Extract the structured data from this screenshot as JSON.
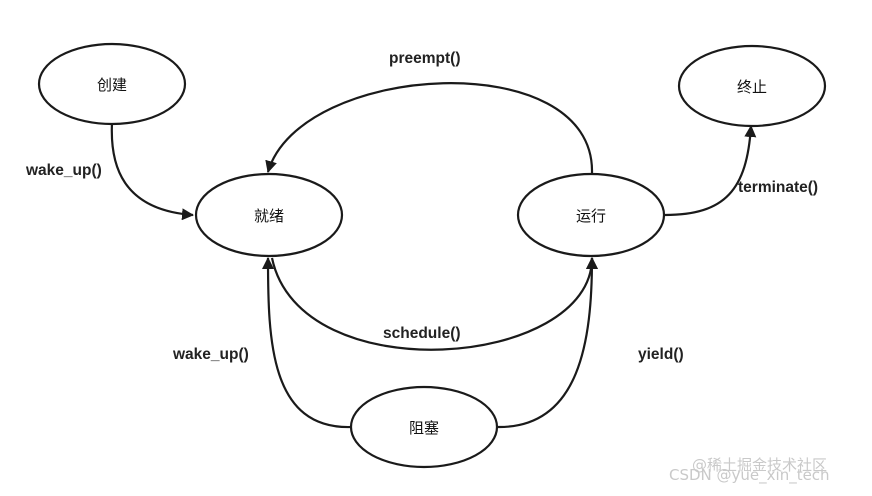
{
  "nodes": {
    "create": "创建",
    "ready": "就绪",
    "running": "运行",
    "terminated": "终止",
    "blocked": "阻塞"
  },
  "edges": {
    "create_to_ready": "wake_up()",
    "running_to_ready": "preempt()",
    "running_to_terminated": "terminate()",
    "ready_to_running": "schedule()",
    "blocked_to_ready": "wake_up()",
    "blocked_to_running": "yield()"
  },
  "watermark": "CSDN @yue_xin_tech",
  "watermark_overlay": "@稀土掘金技术社区"
}
